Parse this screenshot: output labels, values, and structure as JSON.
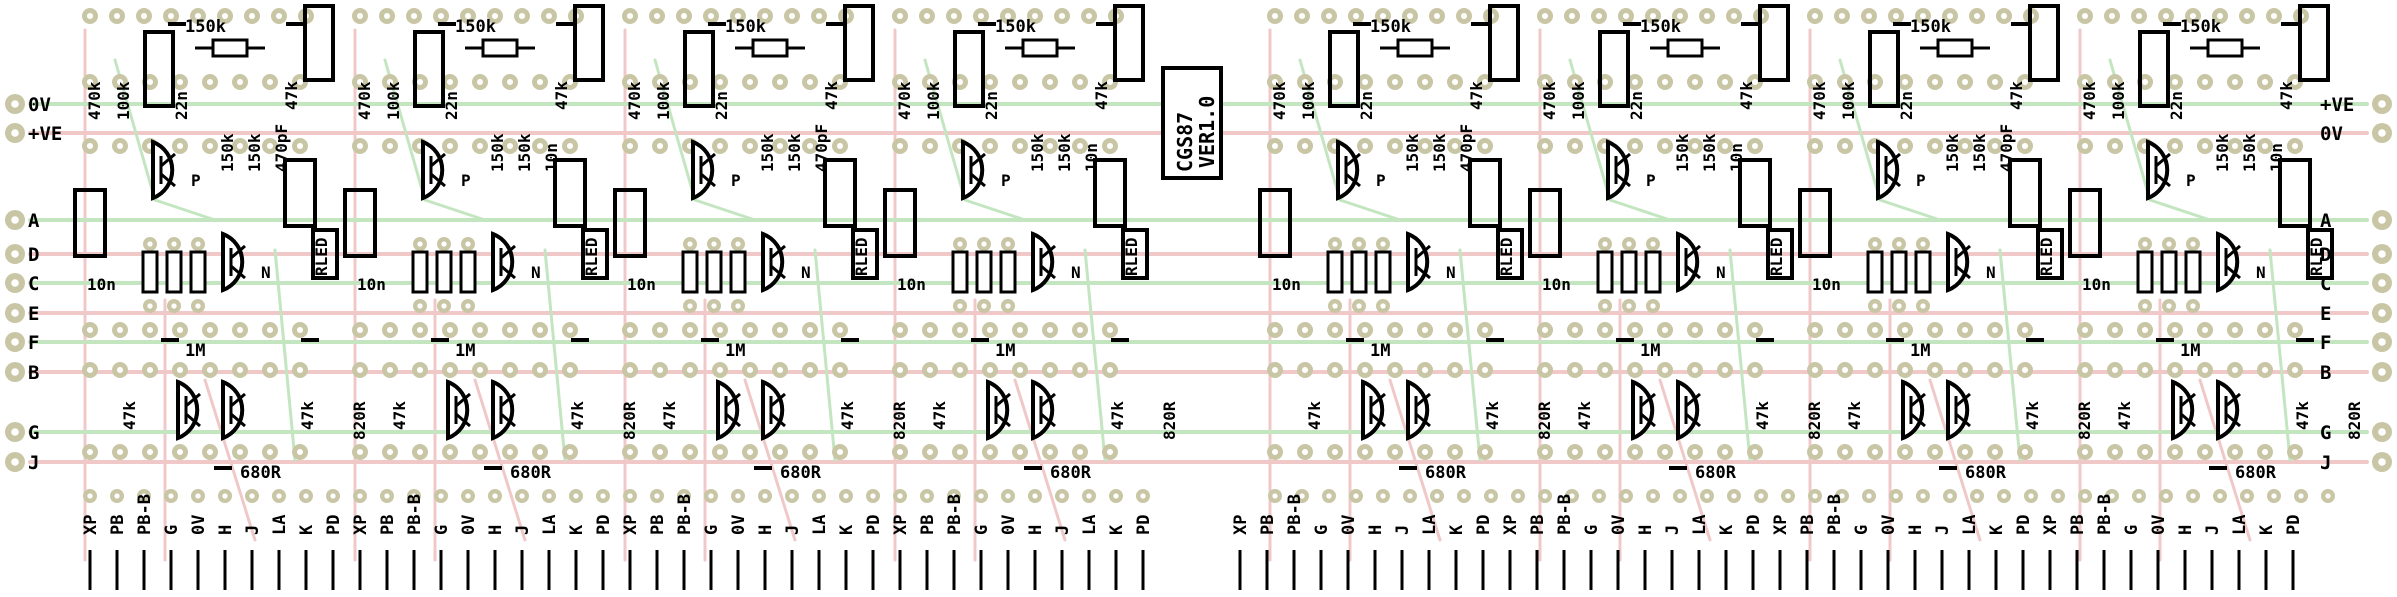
{
  "board": {
    "part_number": "CGS87",
    "version": "VER1.0"
  },
  "edge_labels_left": [
    "0V",
    "+VE",
    "A",
    "D",
    "C",
    "E",
    "F",
    "B",
    "G",
    "J"
  ],
  "edge_labels_right": [
    "+VE",
    "0V",
    "A",
    "D",
    "C",
    "E",
    "F",
    "B",
    "G",
    "J"
  ],
  "pin_labels": [
    "XP",
    "PB",
    "PB-B",
    "G",
    "0V",
    "H",
    "J",
    "LA",
    "K",
    "PD"
  ],
  "component_values": {
    "r_150k": "150k",
    "r_470k": "470k",
    "r_100k": "100k",
    "r_47k": "47k",
    "r_1m": "1M",
    "r_820r": "820R",
    "r_680r": "680R",
    "c_22n": "22n",
    "c_10n": "10n",
    "c_470pf": "470pF",
    "rled": "RLED"
  },
  "transistor_types": [
    "P",
    "N"
  ],
  "colors": {
    "pad": "#c9c6a6",
    "pad_hole": "#ffffff",
    "track_top": "#c3e6c1",
    "track_bottom": "#f0c8c8",
    "silkscreen": "#000000",
    "background": "#ffffff"
  }
}
